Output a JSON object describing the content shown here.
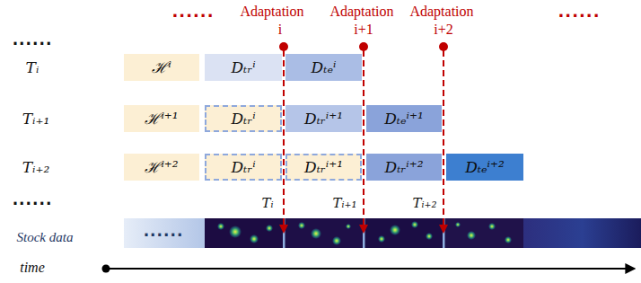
{
  "diagram": {
    "nodes": [
      {
        "text": [
          "ℋⁱ"
        ]
      },
      {
        "text": [
          "Dₜᵣⁱ"
        ]
      },
      {
        "text": [
          "Dₜₑⁱ"
        ]
      },
      {
        "text": [
          "ℋⁱ⁺¹"
        ]
      },
      {
        "text": [
          "Dₜᵣⁱ"
        ]
      },
      {
        "text": [
          "Dₜᵣⁱ⁺¹"
        ]
      },
      {
        "text": [
          "Dₜₑⁱ⁺¹"
        ]
      },
      {
        "text": [
          "ℋⁱ⁺²"
        ]
      },
      {
        "text": [
          "Dₜᵣⁱ"
        ]
      },
      {
        "text": [
          "Dₜᵣⁱ⁺¹"
        ]
      },
      {
        "text": [
          "Dₜᵣⁱ⁺²"
        ]
      },
      {
        "text": [
          "Dₜₑⁱ⁺²"
        ]
      }
    ],
    "labels": [
      "......",
      "Adaptation",
      "i",
      "Adaptation",
      "i+1",
      "Adaptation",
      "i+2",
      "......",
      "......",
      "Tᵢ",
      "Tᵢ₊₁",
      "Tᵢ₊₂",
      "......",
      "Tᵢ",
      "Tᵢ₊₁",
      "Tᵢ₊₂",
      "Stock data",
      "......",
      "time"
    ]
  }
}
